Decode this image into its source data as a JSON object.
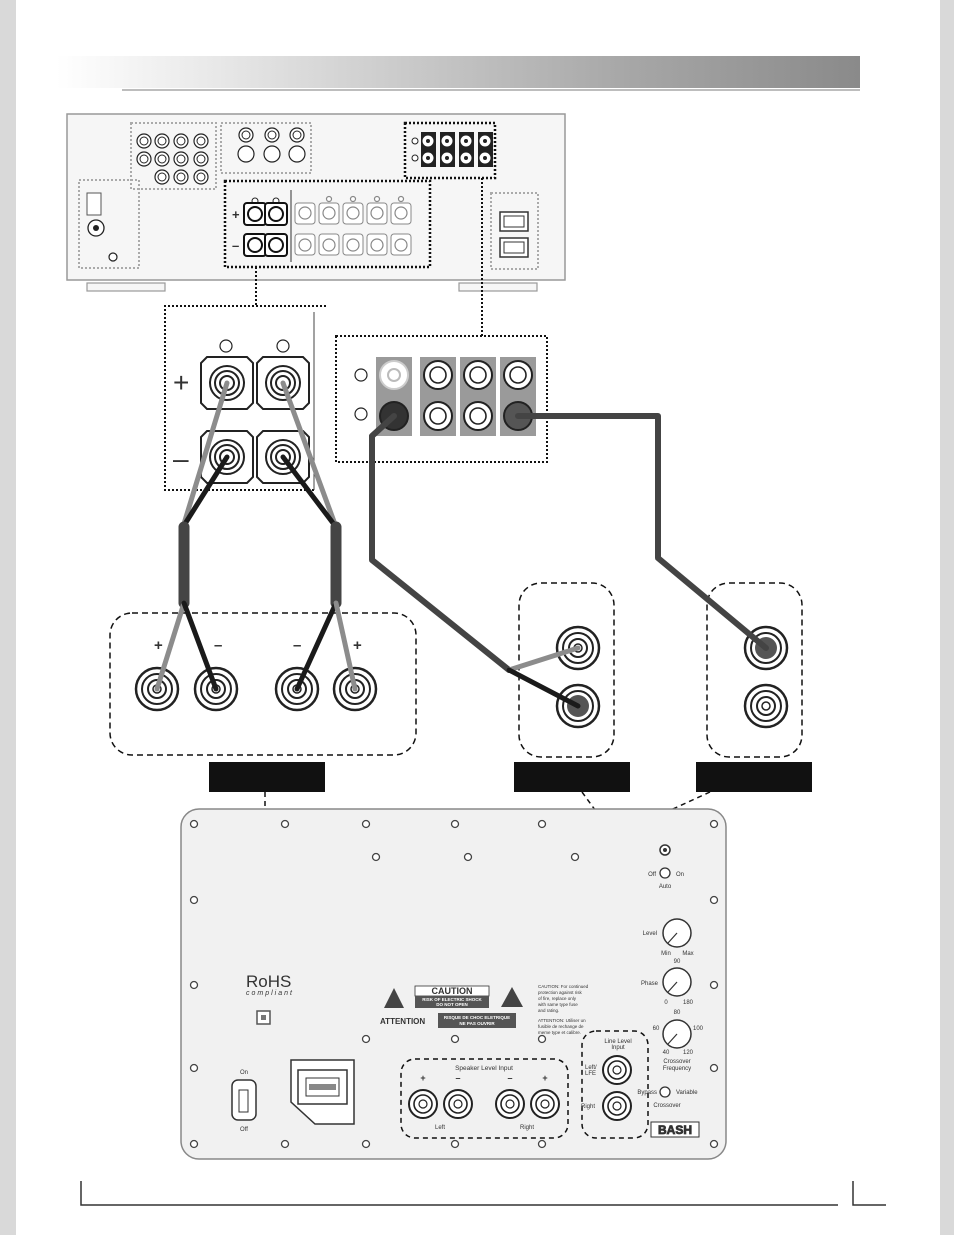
{
  "receiver": {
    "speaker_plus": "+",
    "speaker_minus": "–"
  },
  "speakers": {
    "left_plus": "+",
    "left_minus": "–",
    "right_minus": "–",
    "right_plus": "+"
  },
  "panel": {
    "brand": "BASH",
    "rohs_title": "RoHS",
    "rohs_sub": "compliant",
    "caution_title": "CAUTION",
    "caution_line1": "RISK OF ELECTRIC SHOCK",
    "caution_line2": "DO NOT OPEN",
    "attention_label": "ATTENTION",
    "attention_line1": "RISQUE DE CHOC ELETRIQUE",
    "attention_line2": "NE PAS OUVRIR",
    "caution_note": [
      "CAUTION: For continued",
      "protection against risk",
      "of fire, replace only",
      "with same type fuse",
      "and rating."
    ],
    "attention_note": [
      "ATTENTION: Utiliser un",
      "fusible de rechange de",
      "meme type et calibre."
    ],
    "power_on": "On",
    "power_off": "Off",
    "switch_off": "Off",
    "switch_on": "On",
    "switch_auto": "Auto",
    "level_label": "Level",
    "level_min": "Min",
    "level_max": "Max",
    "phase_label": "Phase",
    "phase_0": "0",
    "phase_90": "90",
    "phase_180": "180",
    "xover_60": "60",
    "xover_80": "80",
    "xover_100": "100",
    "xover_40": "40",
    "xover_120": "120",
    "xover_label_1": "Crossover",
    "xover_label_2": "Frequency",
    "bypass_label": "Bypass",
    "variable_label": "Variable",
    "crossover_label": "Crossover",
    "line_level_1": "Line Level",
    "line_level_2": "Input",
    "left_lfe": "Left/",
    "lfe": "LFE",
    "right_input": "Right",
    "speaker_level_input": "Speaker Level Input",
    "spk_plus_1": "+",
    "spk_minus_1": "–",
    "spk_minus_2": "–",
    "spk_plus_2": "+",
    "spk_left": "Left",
    "spk_right": "Right"
  },
  "colors": {
    "wire_black": "#1a1a1a",
    "wire_grey": "#8c8c8c",
    "wire_dark": "#444444",
    "panel_bg": "#f1f1f1"
  }
}
